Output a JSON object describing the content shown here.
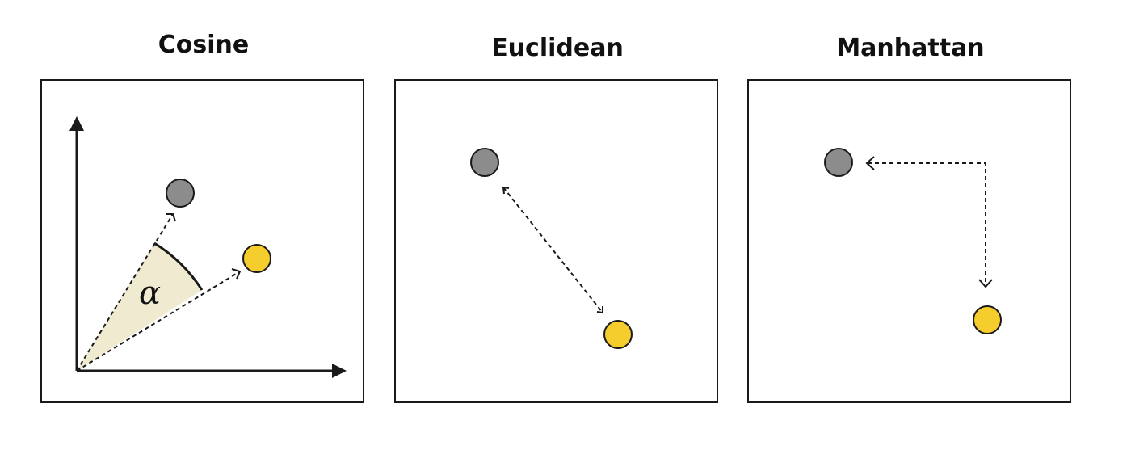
{
  "panels": [
    {
      "title": "Cosine",
      "angle_label": "α"
    },
    {
      "title": "Euclidean"
    },
    {
      "title": "Manhattan"
    }
  ],
  "colors": {
    "gray_point": "#8c8c8c",
    "yellow_point": "#f5cd2c",
    "angle_fill": "#f0ebd0",
    "stroke": "#1a1a1a"
  }
}
